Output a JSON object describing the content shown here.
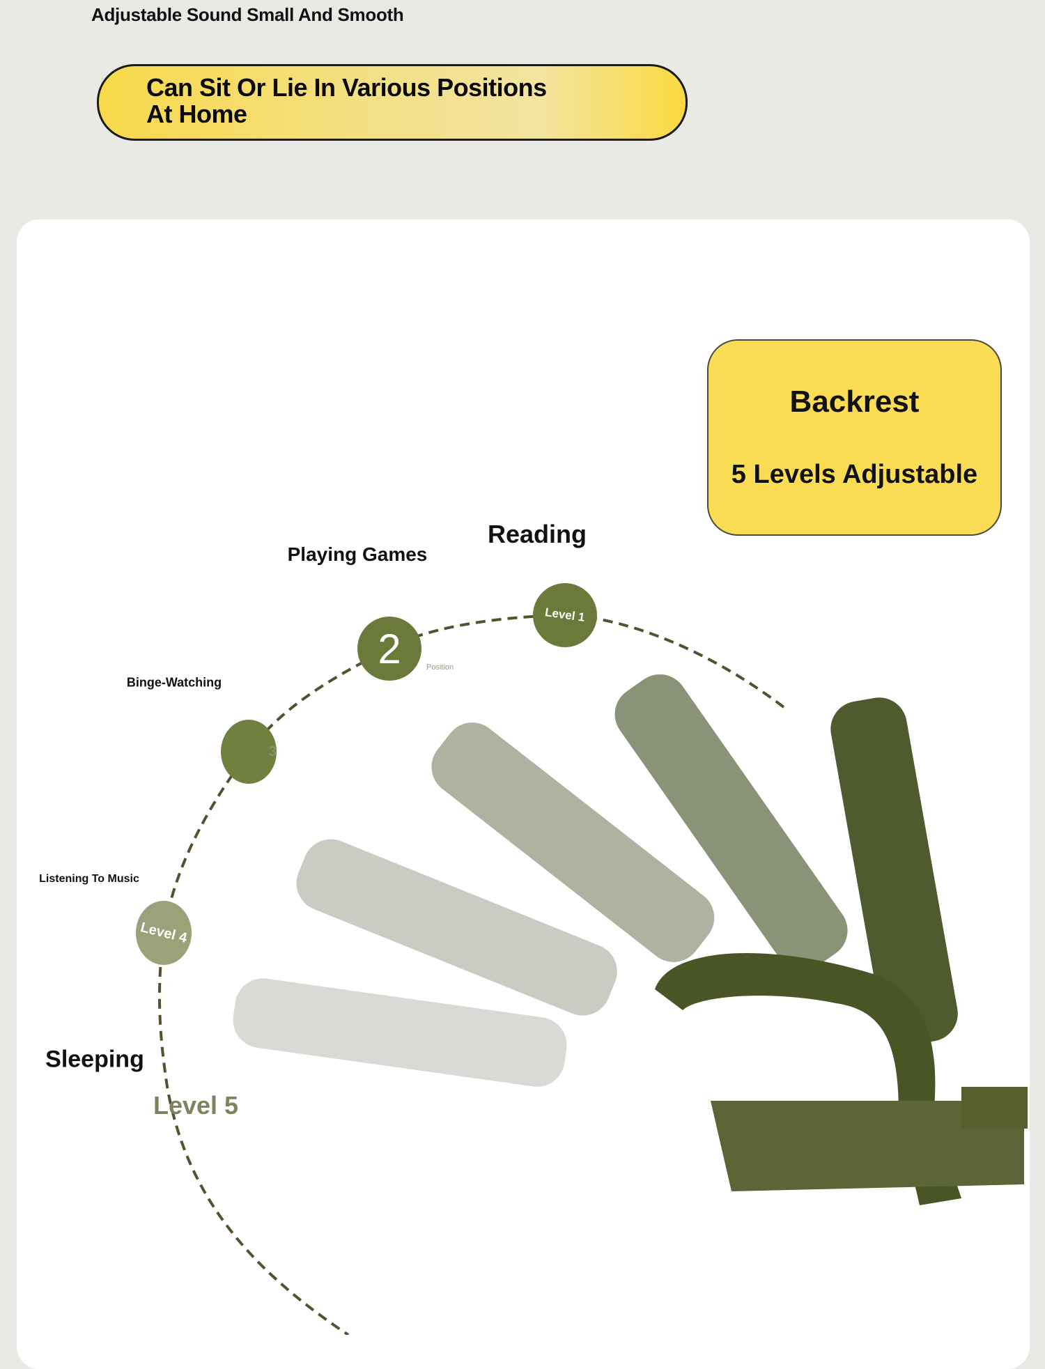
{
  "header": {
    "text": "Adjustable Sound Small And Smooth"
  },
  "banner": {
    "line1": "Can Sit Or Lie In Various Positions",
    "line2": "At Home"
  },
  "backrest": {
    "title": "Backrest",
    "subtitle": "5 Levels Adjustable"
  },
  "positions": [
    {
      "activity": "Reading",
      "level_label": "Level 1"
    },
    {
      "activity": "Playing Games",
      "level_label": "2",
      "sub": "Position"
    },
    {
      "activity": "Binge-Watching",
      "level_label": "3"
    },
    {
      "activity": "Listening To Music",
      "level_label": "Level 4"
    },
    {
      "activity": "Sleeping",
      "level_label": "Level 5"
    }
  ],
  "colors": {
    "accent_yellow": "#fbdc55",
    "olive": "#6b7a3a",
    "level5_text": "#7a8560",
    "background": "#e9eae5"
  }
}
